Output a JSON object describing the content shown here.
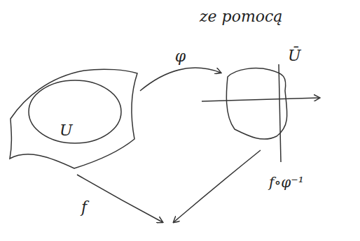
{
  "diagram": {
    "nodes": [
      {
        "text": [
          "U"
        ]
      },
      {
        "text": [
          "Ū"
        ]
      }
    ],
    "edges": [
      {
        "from": 0,
        "to": 1,
        "label": "φ",
        "arrow": "to"
      }
    ],
    "labels": [
      "ze pomocą",
      "f",
      "f∘φ⁻¹"
    ]
  }
}
